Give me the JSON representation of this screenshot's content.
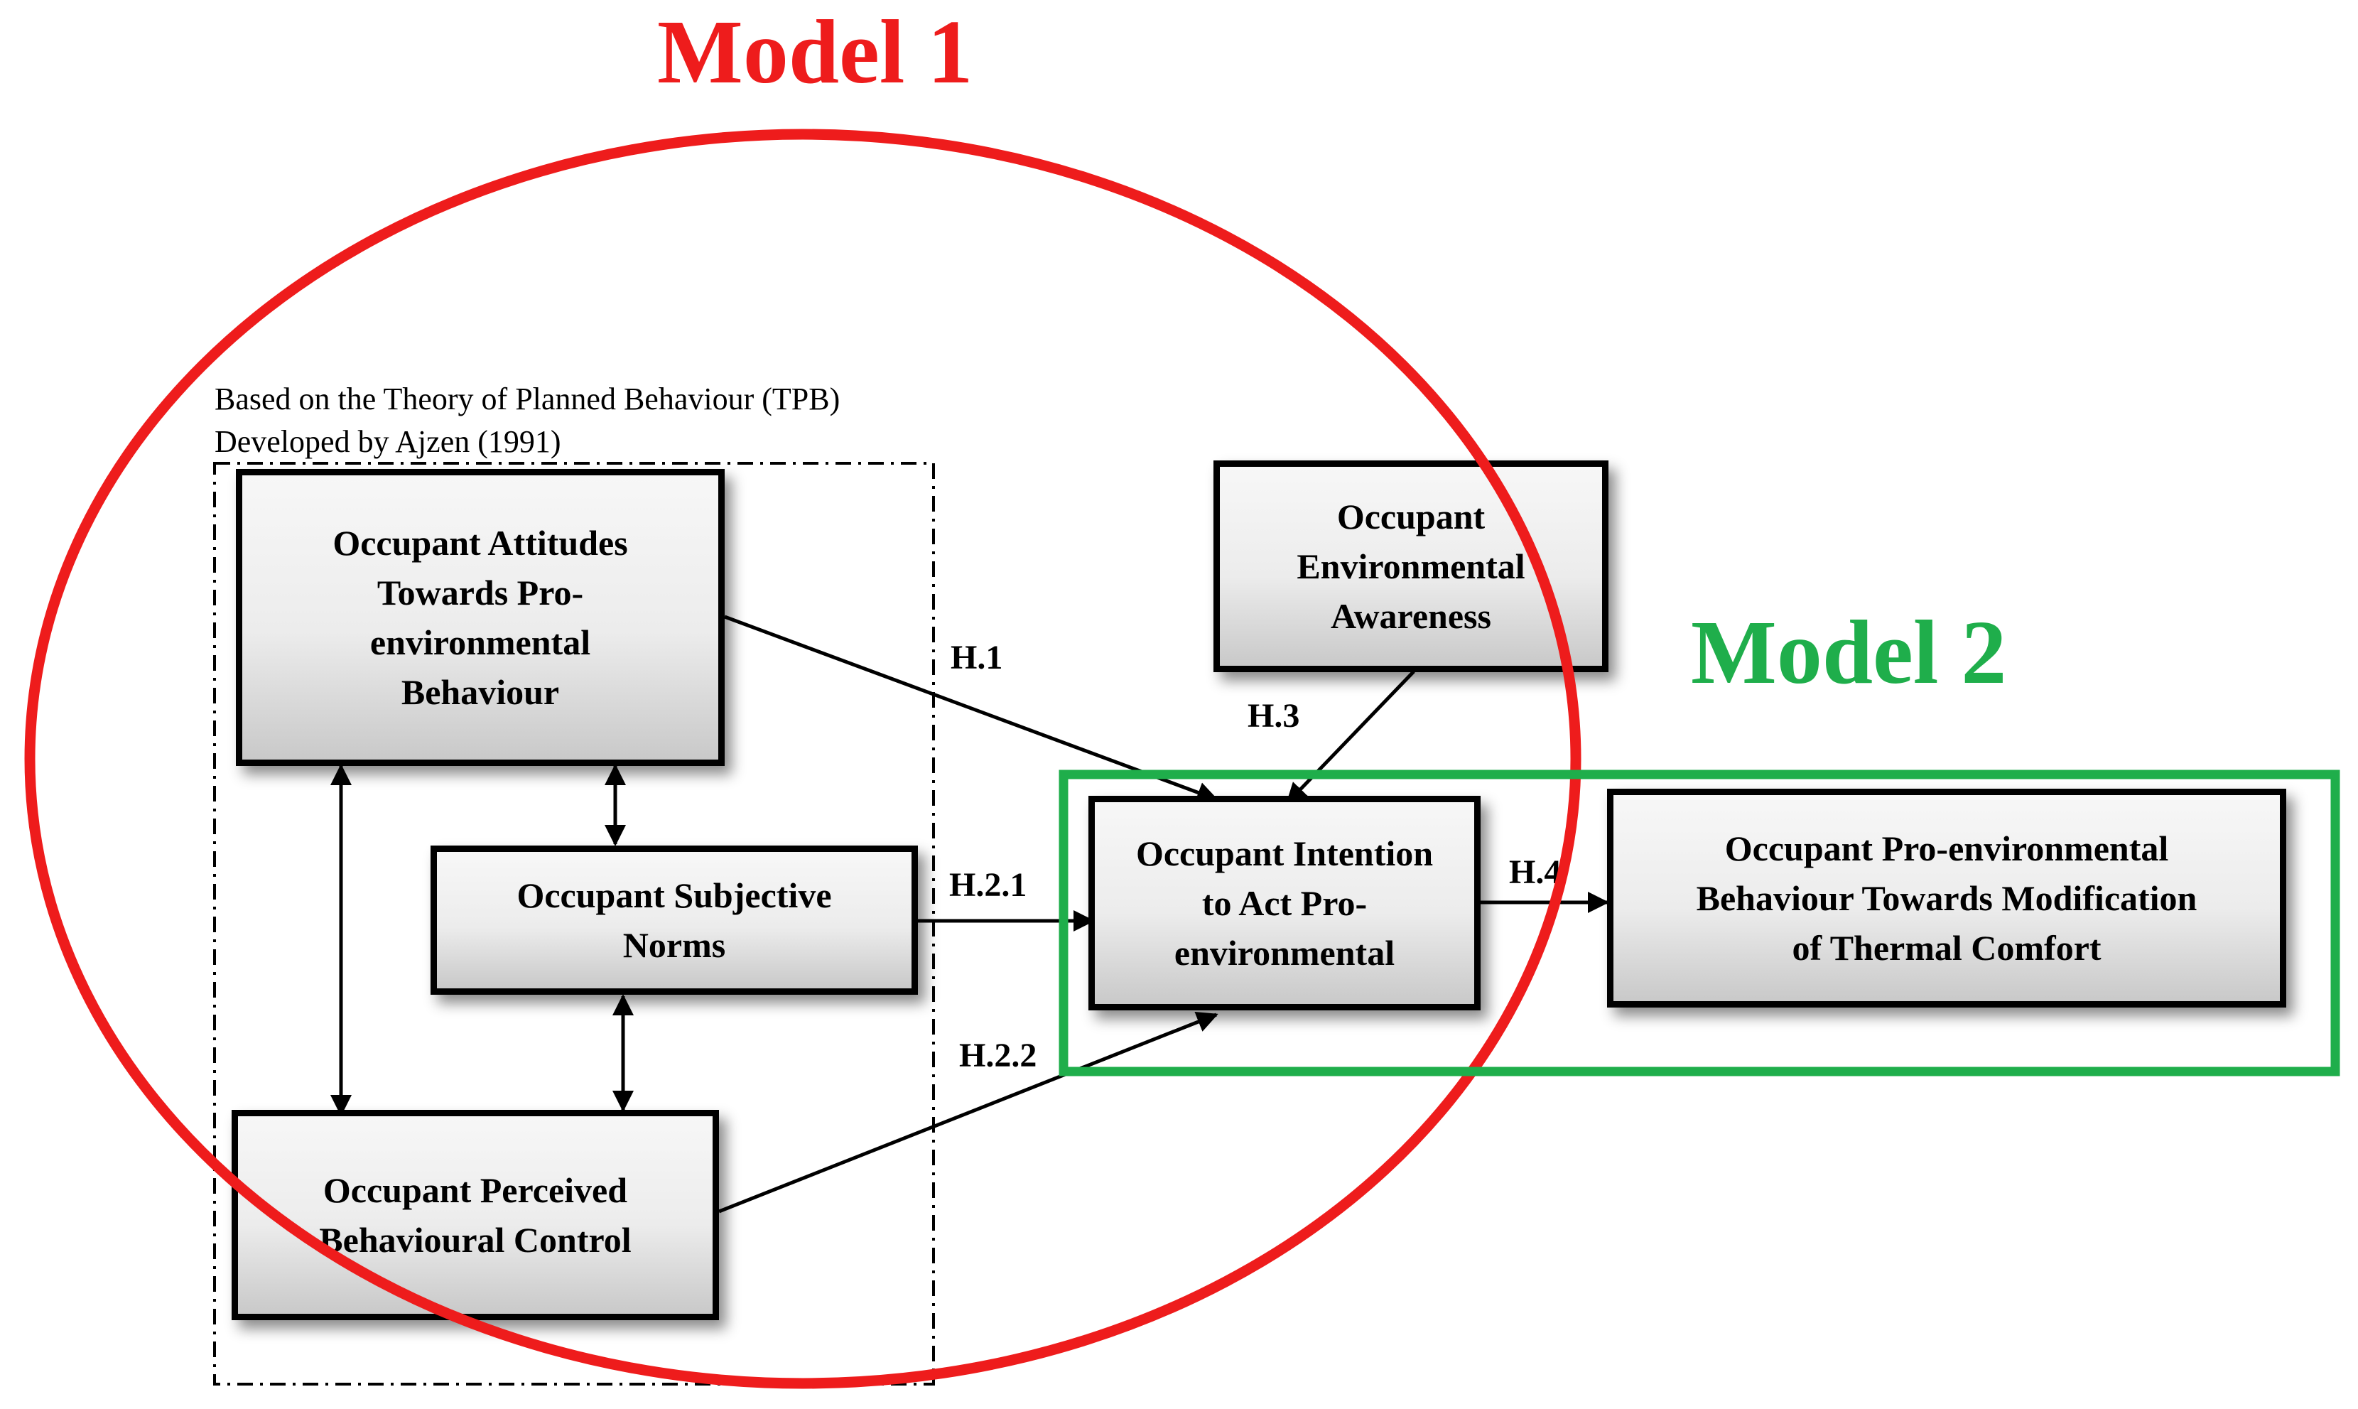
{
  "colors": {
    "model1": "#ee1c1c",
    "model2": "#1fae4b",
    "ink": "#000000"
  },
  "model1_label": "Model 1",
  "model2_label": "Model 2",
  "tpb_note": {
    "line1": "Based on the Theory of Planned Behaviour (TPB)",
    "line2": "Developed by Ajzen (1991)"
  },
  "boxes": {
    "attitudes": "Occupant Attitudes\nTowards Pro-\nenvironmental\nBehaviour",
    "norms": "Occupant Subjective\nNorms",
    "control": "Occupant Perceived\nBehavioural Control",
    "awareness": "Occupant\nEnvironmental\nAwareness",
    "intention": "Occupant Intention\nto Act Pro-\nenvironmental",
    "behaviour": "Occupant Pro-environmental\nBehaviour Towards Modification\nof Thermal Comfort"
  },
  "hypotheses": {
    "h1": "H.1",
    "h21": "H.2.1",
    "h22": "H.2.2",
    "h3": "H.3",
    "h4": "H.4"
  }
}
